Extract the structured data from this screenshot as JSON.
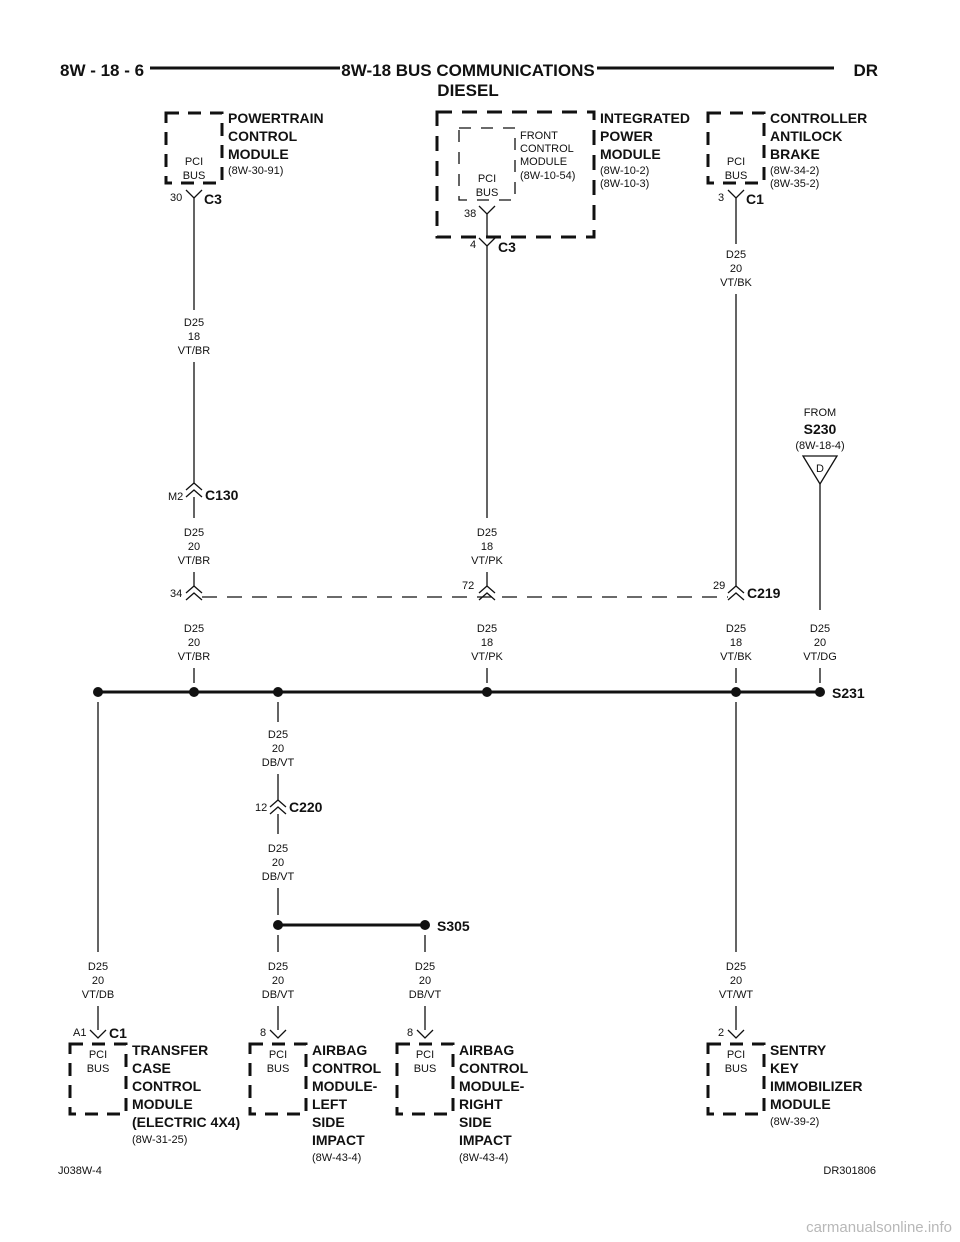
{
  "header": {
    "left": "8W - 18 - 6",
    "title_line1": "8W-18 BUS COMMUNICATIONS",
    "title_line2": "DIESEL",
    "right": "DR"
  },
  "modules": {
    "pcm": {
      "name": [
        "POWERTRAIN",
        "CONTROL",
        "MODULE"
      ],
      "refs": [
        "(8W-30-91)"
      ],
      "label": [
        "PCI",
        "BUS"
      ],
      "pin": "30",
      "connector": "C3"
    },
    "ipm": {
      "name": [
        "INTEGRATED",
        "POWER",
        "MODULE"
      ],
      "refs": [
        "(8W-10-2)",
        "(8W-10-3)"
      ],
      "inner_name": [
        "FRONT",
        "CONTROL",
        "MODULE",
        "(8W-10-54)"
      ],
      "label": [
        "PCI",
        "BUS"
      ],
      "inner_pin": "38",
      "pin": "4",
      "connector": "C3"
    },
    "cab": {
      "name": [
        "CONTROLLER",
        "ANTILOCK",
        "BRAKE"
      ],
      "refs": [
        "(8W-34-2)",
        "(8W-35-2)"
      ],
      "label": [
        "PCI",
        "BUS"
      ],
      "pin": "3",
      "connector": "C1"
    },
    "tccm": {
      "name": [
        "TRANSFER",
        "CASE",
        "CONTROL",
        "MODULE",
        "(ELECTRIC 4X4)"
      ],
      "refs": [
        "(8W-31-25)"
      ],
      "label": [
        "PCI",
        "BUS"
      ],
      "pin": "A1",
      "connector": "C1"
    },
    "acm_left": {
      "name": [
        "AIRBAG",
        "CONTROL",
        "MODULE-",
        "LEFT",
        "SIDE",
        "IMPACT"
      ],
      "refs": [
        "(8W-43-4)"
      ],
      "label": [
        "PCI",
        "BUS"
      ],
      "pin": "8"
    },
    "acm_right": {
      "name": [
        "AIRBAG",
        "CONTROL",
        "MODULE-",
        "RIGHT",
        "SIDE",
        "IMPACT"
      ],
      "refs": [
        "(8W-43-4)"
      ],
      "label": [
        "PCI",
        "BUS"
      ],
      "pin": "8"
    },
    "skim": {
      "name": [
        "SENTRY",
        "KEY",
        "IMMOBILIZER",
        "MODULE"
      ],
      "refs": [
        "(8W-39-2)"
      ],
      "label": [
        "PCI",
        "BUS"
      ],
      "pin": "2"
    }
  },
  "wires": {
    "pcm_upper": [
      "D25",
      "18",
      "VT/BR"
    ],
    "pcm_mid": [
      "D25",
      "20",
      "VT/BR"
    ],
    "pcm_low": [
      "D25",
      "20",
      "VT/BR"
    ],
    "ipm_mid": [
      "D25",
      "18",
      "VT/PK"
    ],
    "ipm_low": [
      "D25",
      "18",
      "VT/PK"
    ],
    "cab_upper": [
      "D25",
      "20",
      "VT/BK"
    ],
    "cab_low": [
      "D25",
      "18",
      "VT/BK"
    ],
    "from_low": [
      "D25",
      "20",
      "VT/DG"
    ],
    "c220_upper": [
      "D25",
      "20",
      "DB/VT"
    ],
    "c220_lower": [
      "D25",
      "20",
      "DB/VT"
    ],
    "tccm": [
      "D25",
      "20",
      "VT/DB"
    ],
    "acm_left": [
      "D25",
      "20",
      "DB/VT"
    ],
    "acm_right": [
      "D25",
      "20",
      "DB/VT"
    ],
    "skim": [
      "D25",
      "20",
      "VT/WT"
    ]
  },
  "connectors": {
    "c130": {
      "name": "C130",
      "pin": "M2"
    },
    "c219": {
      "name": "C219",
      "pin_left": "34",
      "pin_mid": "72",
      "pin_right": "29"
    },
    "c220": {
      "name": "C220",
      "pin": "12"
    }
  },
  "splices": {
    "s231": "S231",
    "s305": "S305"
  },
  "from": {
    "word": "FROM",
    "splice": "S230",
    "ref": "(8W-18-4)",
    "letter": "D"
  },
  "footer": {
    "left": "J038W-4",
    "right": "DR301806"
  },
  "watermark": "carmanualsonline.info"
}
